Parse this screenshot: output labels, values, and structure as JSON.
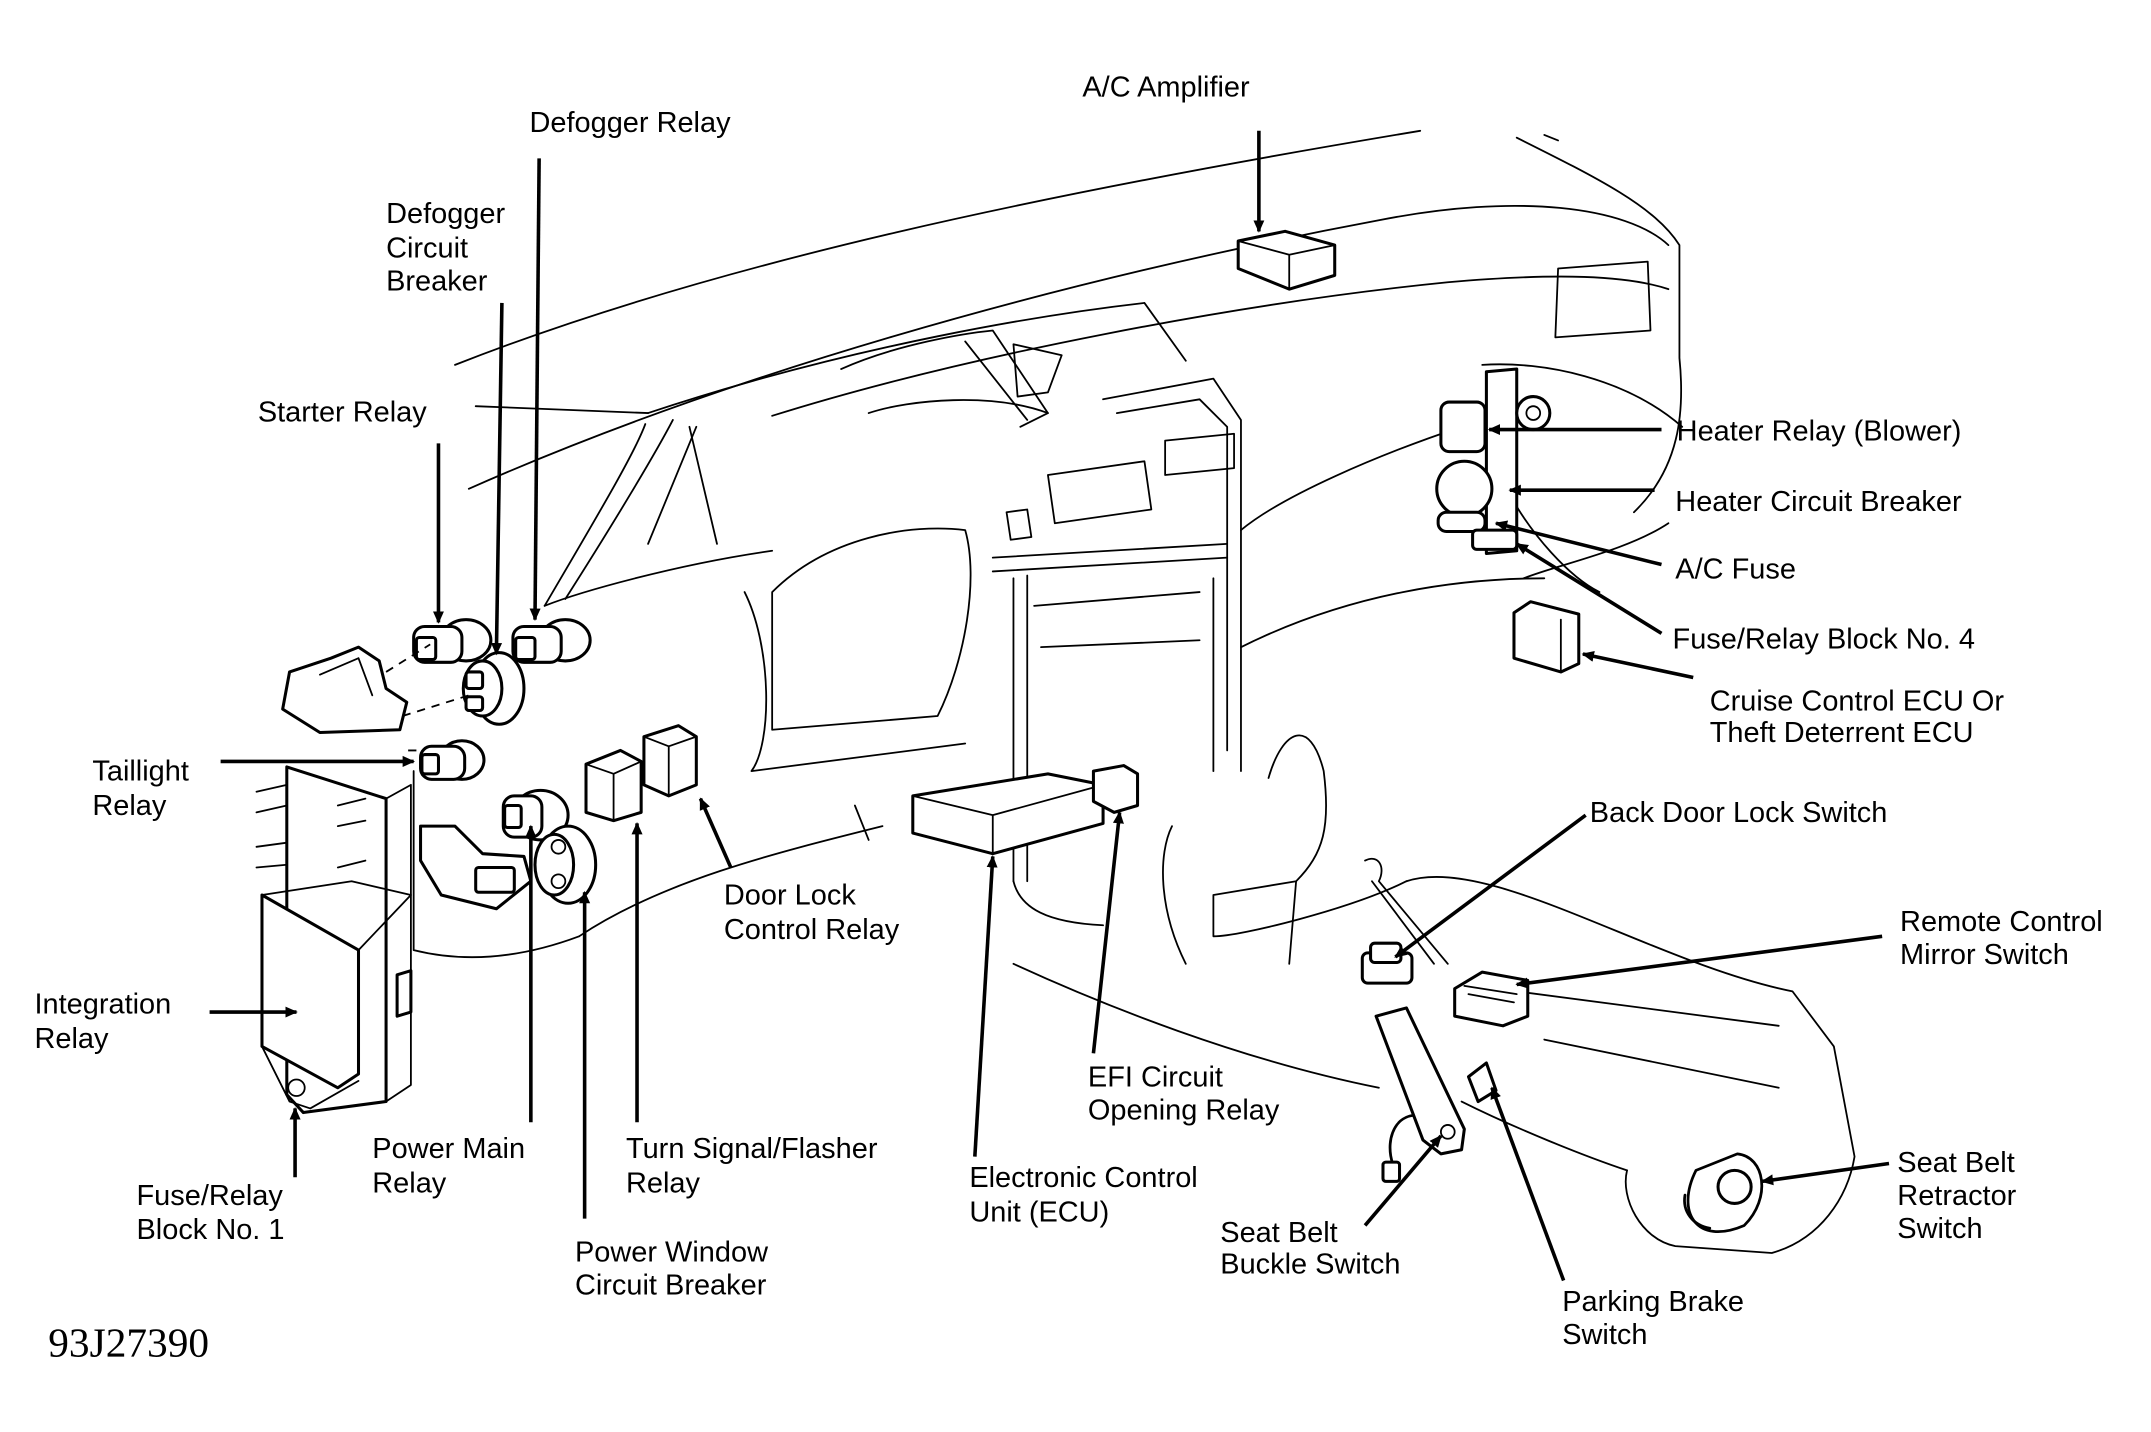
{
  "diagram": {
    "figure_code": "93J27390",
    "labels": {
      "ac_amplifier": [
        "A/C Amplifier"
      ],
      "defogger_relay": [
        "Defogger Relay"
      ],
      "defogger_circuit_breaker": [
        "Defogger",
        "Circuit",
        "Breaker"
      ],
      "starter_relay": [
        "Starter Relay"
      ],
      "taillight_relay": [
        "Taillight",
        "Relay"
      ],
      "integration_relay": [
        "Integration",
        "Relay"
      ],
      "fuse_relay_block_1": [
        "Fuse/Relay",
        "Block No. 1"
      ],
      "power_main_relay": [
        "Power Main",
        "Relay"
      ],
      "power_window_circuit_breaker": [
        "Power Window",
        "Circuit Breaker"
      ],
      "turn_signal_flasher_relay": [
        "Turn Signal/Flasher",
        "Relay"
      ],
      "door_lock_control_relay": [
        "Door Lock",
        "Control Relay"
      ],
      "ecu": [
        "Electronic Control",
        "Unit (ECU)"
      ],
      "efi_circuit_opening_relay": [
        "EFI Circuit",
        "Opening Relay"
      ],
      "seat_belt_buckle_switch": [
        "Seat Belt",
        "Buckle Switch"
      ],
      "parking_brake_switch": [
        "Parking Brake",
        "Switch"
      ],
      "seat_belt_retractor_switch": [
        "Seat Belt",
        "Retractor",
        "Switch"
      ],
      "remote_control_mirror_switch": [
        "Remote Control",
        "Mirror Switch"
      ],
      "back_door_lock_switch": [
        "Back Door Lock Switch"
      ],
      "cruise_control_ecu": [
        "Cruise Control ECU Or",
        "Theft Deterrent ECU"
      ],
      "fuse_relay_block_4": [
        "Fuse/Relay Block No. 4"
      ],
      "ac_fuse": [
        "A/C Fuse"
      ],
      "heater_circuit_breaker": [
        "Heater Circuit Breaker"
      ],
      "heater_relay_blower": [
        "Heater Relay (Blower)"
      ]
    }
  }
}
